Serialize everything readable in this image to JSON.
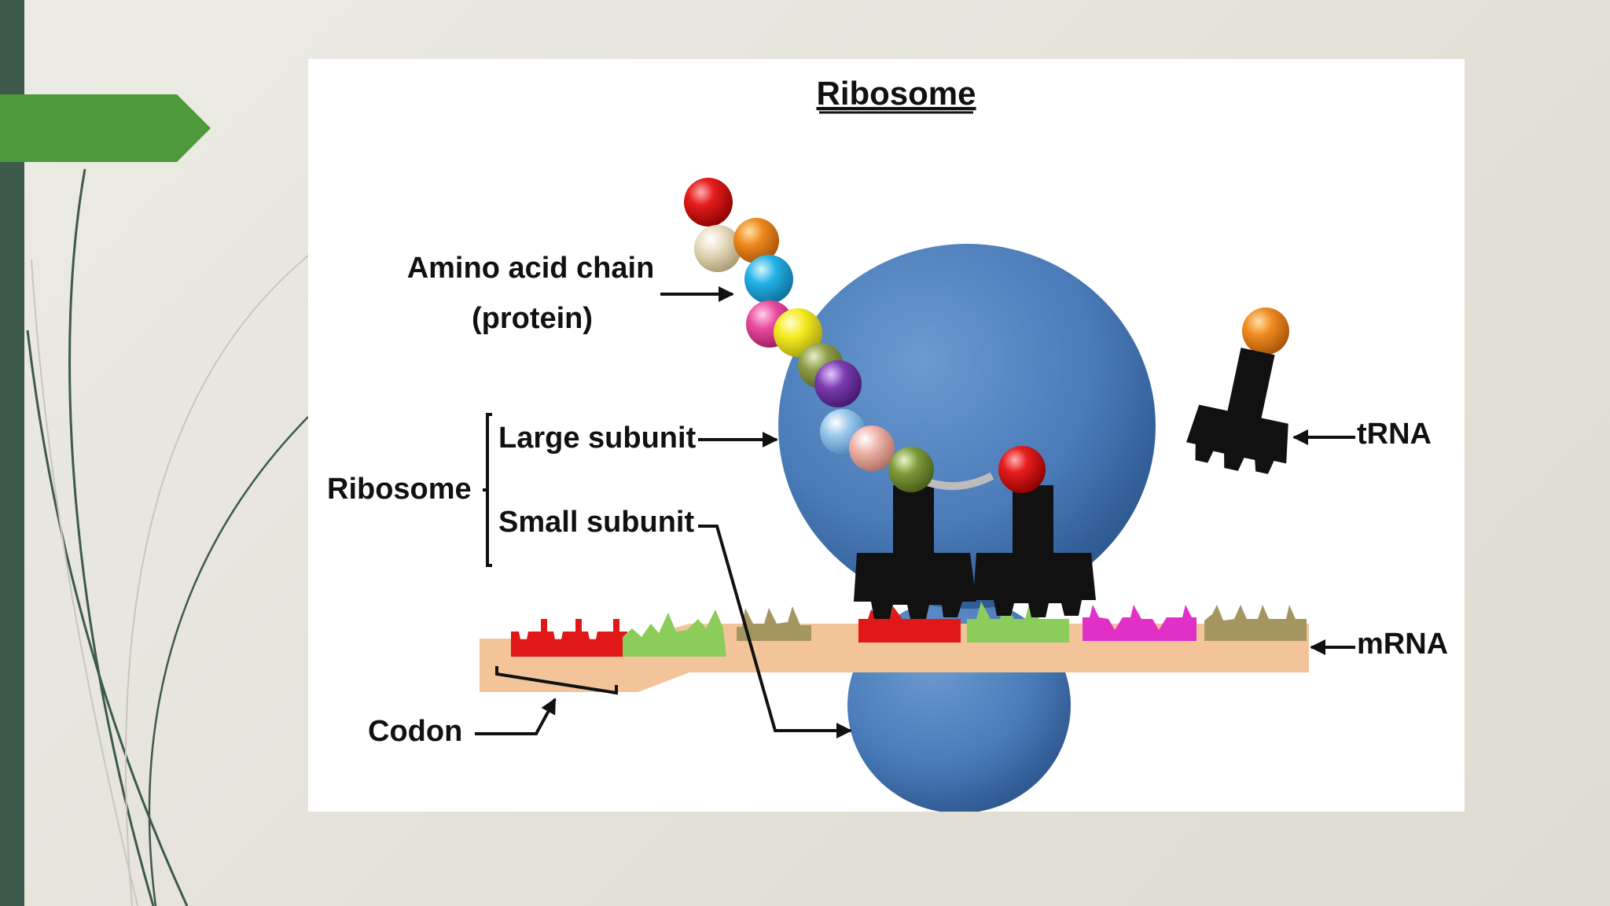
{
  "slide": {
    "accent_color": "#4e9a3a",
    "sidebar_color": "#3d5a4a"
  },
  "diagram": {
    "title": "Ribosome",
    "labels": {
      "amino_acid_line1": "Amino acid chain",
      "amino_acid_line2": "(protein)",
      "ribosome": "Ribosome",
      "large_subunit": "Large subunit",
      "small_subunit": "Small subunit",
      "trna": "tRNA",
      "mrna": "mRNA",
      "codon": "Codon"
    },
    "colors": {
      "ribosome_blue": "#4a7bb8",
      "mrna_strand": "#f3c49a"
    }
  }
}
